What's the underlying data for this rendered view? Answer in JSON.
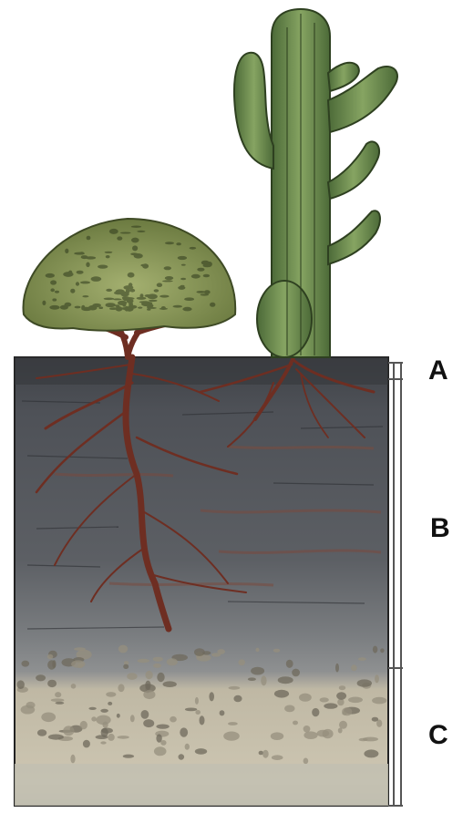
{
  "horizons": [
    {
      "id": "A",
      "label": "A"
    },
    {
      "id": "B",
      "label": "B"
    },
    {
      "id": "C",
      "label": "C"
    }
  ],
  "colors": {
    "topsoil": "#4a4d52",
    "subsoil": "#6b6e72",
    "subsoil_lower": "#8a8d8f",
    "parent_material": "#c9c2ae",
    "bedrock_base": "#b8b5a8",
    "roots": "#6e2e22",
    "tree_foliage": "#8a9a5a",
    "cactus": "#6e8a4e",
    "bracket_line": "#555555"
  },
  "icons": [
    "tree-icon",
    "cactus-icon",
    "root-icon"
  ]
}
